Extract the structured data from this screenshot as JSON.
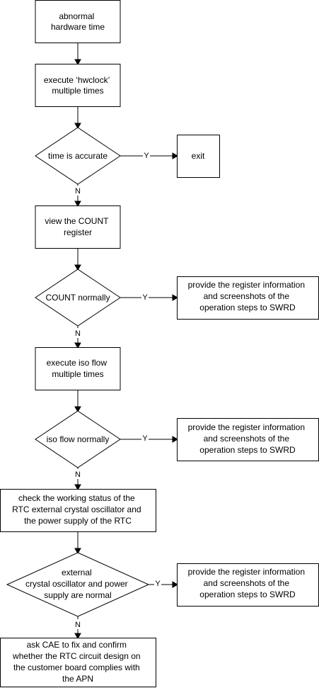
{
  "diagram": {
    "nodes": {
      "start": [
        "abnormal",
        "hardware time"
      ],
      "hwclock": [
        "execute ‘hwclock’",
        "multiple times"
      ],
      "time_check": [
        "time is accurate"
      ],
      "exit": [
        "exit"
      ],
      "count_view": [
        "view the COUNT",
        "register"
      ],
      "count_check": [
        "COUNT normally"
      ],
      "provide_1": [
        "provide the register information",
        "and screenshots of the",
        "operation steps to SWRD"
      ],
      "iso_exec": [
        "execute iso flow",
        "multiple times"
      ],
      "iso_check": [
        "iso flow normally"
      ],
      "provide_2": [
        "provide the register information",
        "and screenshots of the",
        "operation steps to SWRD"
      ],
      "rtc_status": [
        "check the working status of the",
        "RTC external crystal oscillator and",
        "the power supply of the RTC"
      ],
      "osc_check": [
        "external",
        "crystal oscillator and power",
        "supply are normal"
      ],
      "provide_3": [
        "provide the register information",
        "and screenshots of the",
        "operation steps to SWRD"
      ],
      "cae": [
        "ask CAE to fix and confirm",
        "whether the RTC circuit design on",
        "the customer board complies with",
        "the APN"
      ]
    },
    "edge_labels": {
      "time_yes": "Y",
      "time_no": "N",
      "count_yes": "Y",
      "count_no": "N",
      "iso_yes": "Y",
      "iso_no": "N",
      "osc_yes": "Y",
      "osc_no": "N"
    }
  }
}
